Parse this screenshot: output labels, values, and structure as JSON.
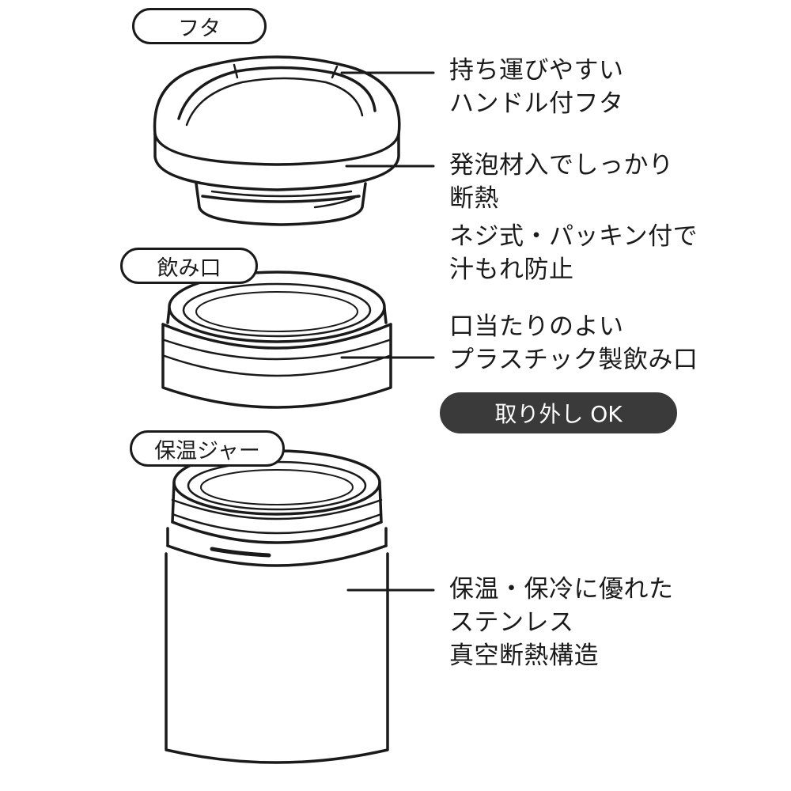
{
  "labels": {
    "lid": "フタ",
    "mouth": "飲み口",
    "jar": "保温ジャー"
  },
  "notes": {
    "handle": [
      "持ち運びやすい",
      "ハンドル付フタ"
    ],
    "foam": [
      "発泡材入でしっかり",
      "断熱"
    ],
    "screw": [
      "ネジ式・パッキン付で",
      "汁もれ防止"
    ],
    "mouthpiece": [
      "口当たりのよい",
      "プラスチック製飲み口"
    ],
    "stainless": [
      "保温・保冷に優れた",
      "ステンレス",
      "真空断熱構造"
    ]
  },
  "badge": "取り外し OK",
  "colors": {
    "ink": "#1a1a1a",
    "badge": "#3a3a3a",
    "background": "#ffffff"
  }
}
